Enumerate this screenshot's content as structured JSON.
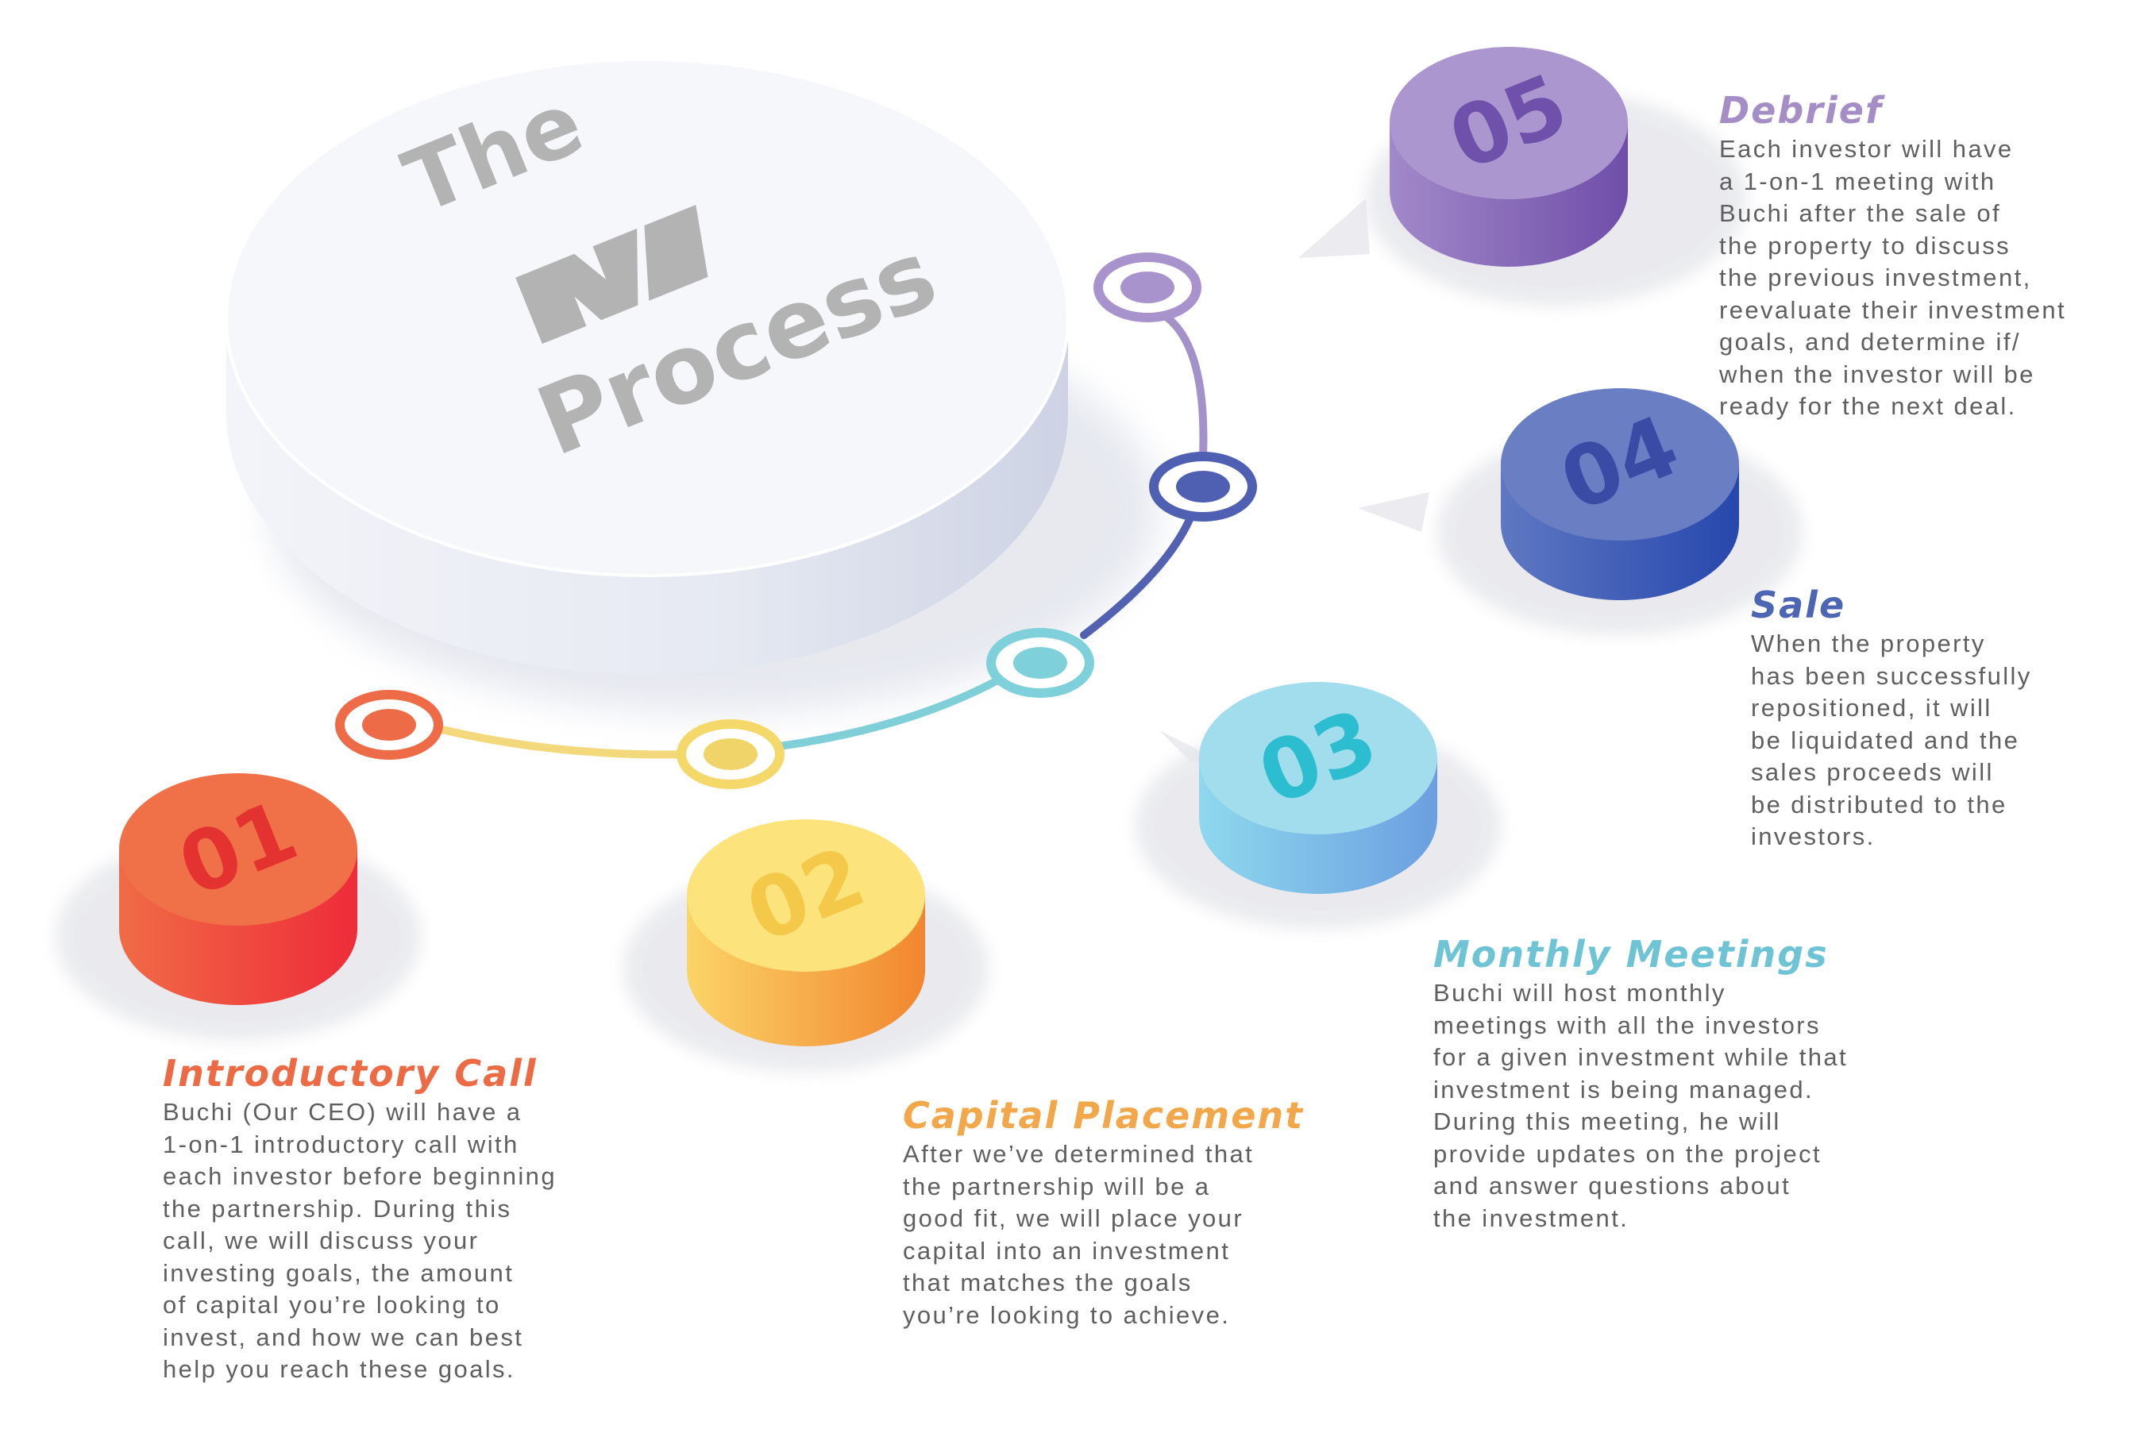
{
  "title": {
    "line1": "The",
    "line2": "Process",
    "logo": "nv-logo-mark"
  },
  "colors": {
    "step1": "#ec6a44",
    "step2": "#f6c94f",
    "step3": "#6ec3d4",
    "step4": "#4d66b3",
    "step5": "#a58dc6",
    "main_disc": "#f5f6fa"
  },
  "steps": [
    {
      "number": "01",
      "title": "Introductory Call",
      "text": "Buchi (Our CEO) will have a\n1-on-1 introductory call with\neach investor before beginning\nthe partnership. During this\ncall, we will discuss your\ninvesting goals, the amount\nof capital you’re looking to\ninvest, and how we can best\nhelp you reach these goals."
    },
    {
      "number": "02",
      "title": "Capital Placement",
      "text": "After we’ve determined that\nthe partnership will be a\ngood fit, we will place your\ncapital into an investment\nthat matches the goals\nyou’re looking to achieve."
    },
    {
      "number": "03",
      "title": "Monthly Meetings",
      "text": "Buchi will host monthly\nmeetings with all the investors\nfor a given investment while that\ninvestment is being managed.\nDuring this meeting, he will\nprovide updates on the project\nand answer questions about\nthe investment."
    },
    {
      "number": "04",
      "title": "Sale",
      "text": "When the property\nhas been successfully\nrepositioned, it will\nbe liquidated and the\nsales proceeds will\nbe distributed to the\ninvestors."
    },
    {
      "number": "05",
      "title": "Debrief",
      "text": "Each investor will have\na 1-on-1 meeting with\nBuchi after the sale of\nthe property to discuss\nthe previous investment,\nreevaluate their investment\ngoals, and determine if/\nwhen the investor will be\nready for the next deal."
    }
  ]
}
